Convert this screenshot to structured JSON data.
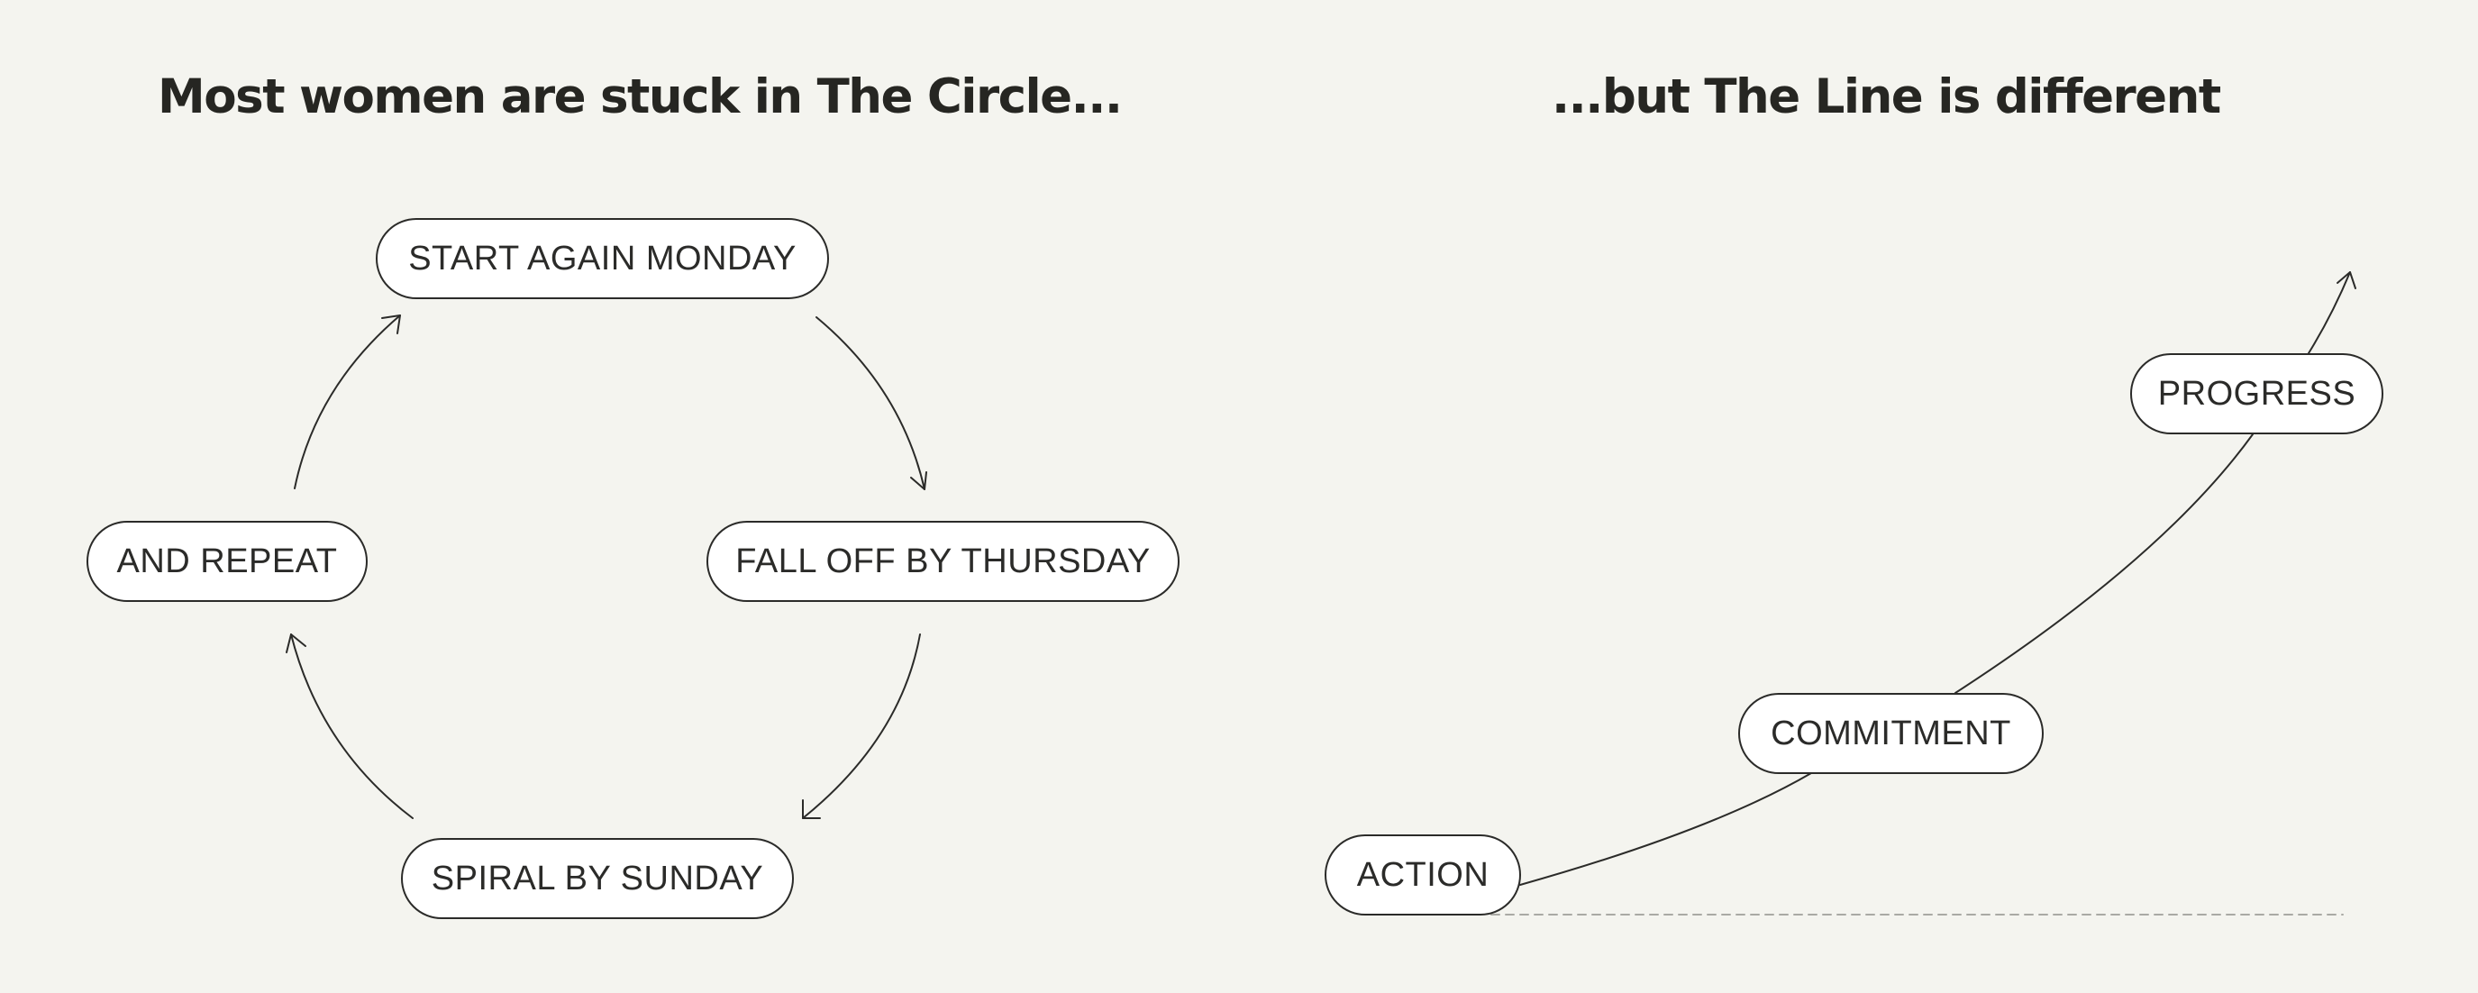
{
  "circle": {
    "heading": "Most women are stuck in The Circle...",
    "steps": [
      "START AGAIN MONDAY",
      "FALL OFF BY THURSDAY",
      "SPIRAL BY SUNDAY",
      "AND REPEAT"
    ]
  },
  "line": {
    "heading": "...but The Line is different",
    "steps": [
      "ACTION",
      "COMMITMENT",
      "PROGRESS"
    ]
  },
  "colors": {
    "background": "#f4f4ef",
    "ink": "#2b2b29",
    "pill_fill": "#ffffff",
    "baseline": "#a9a9a4"
  }
}
